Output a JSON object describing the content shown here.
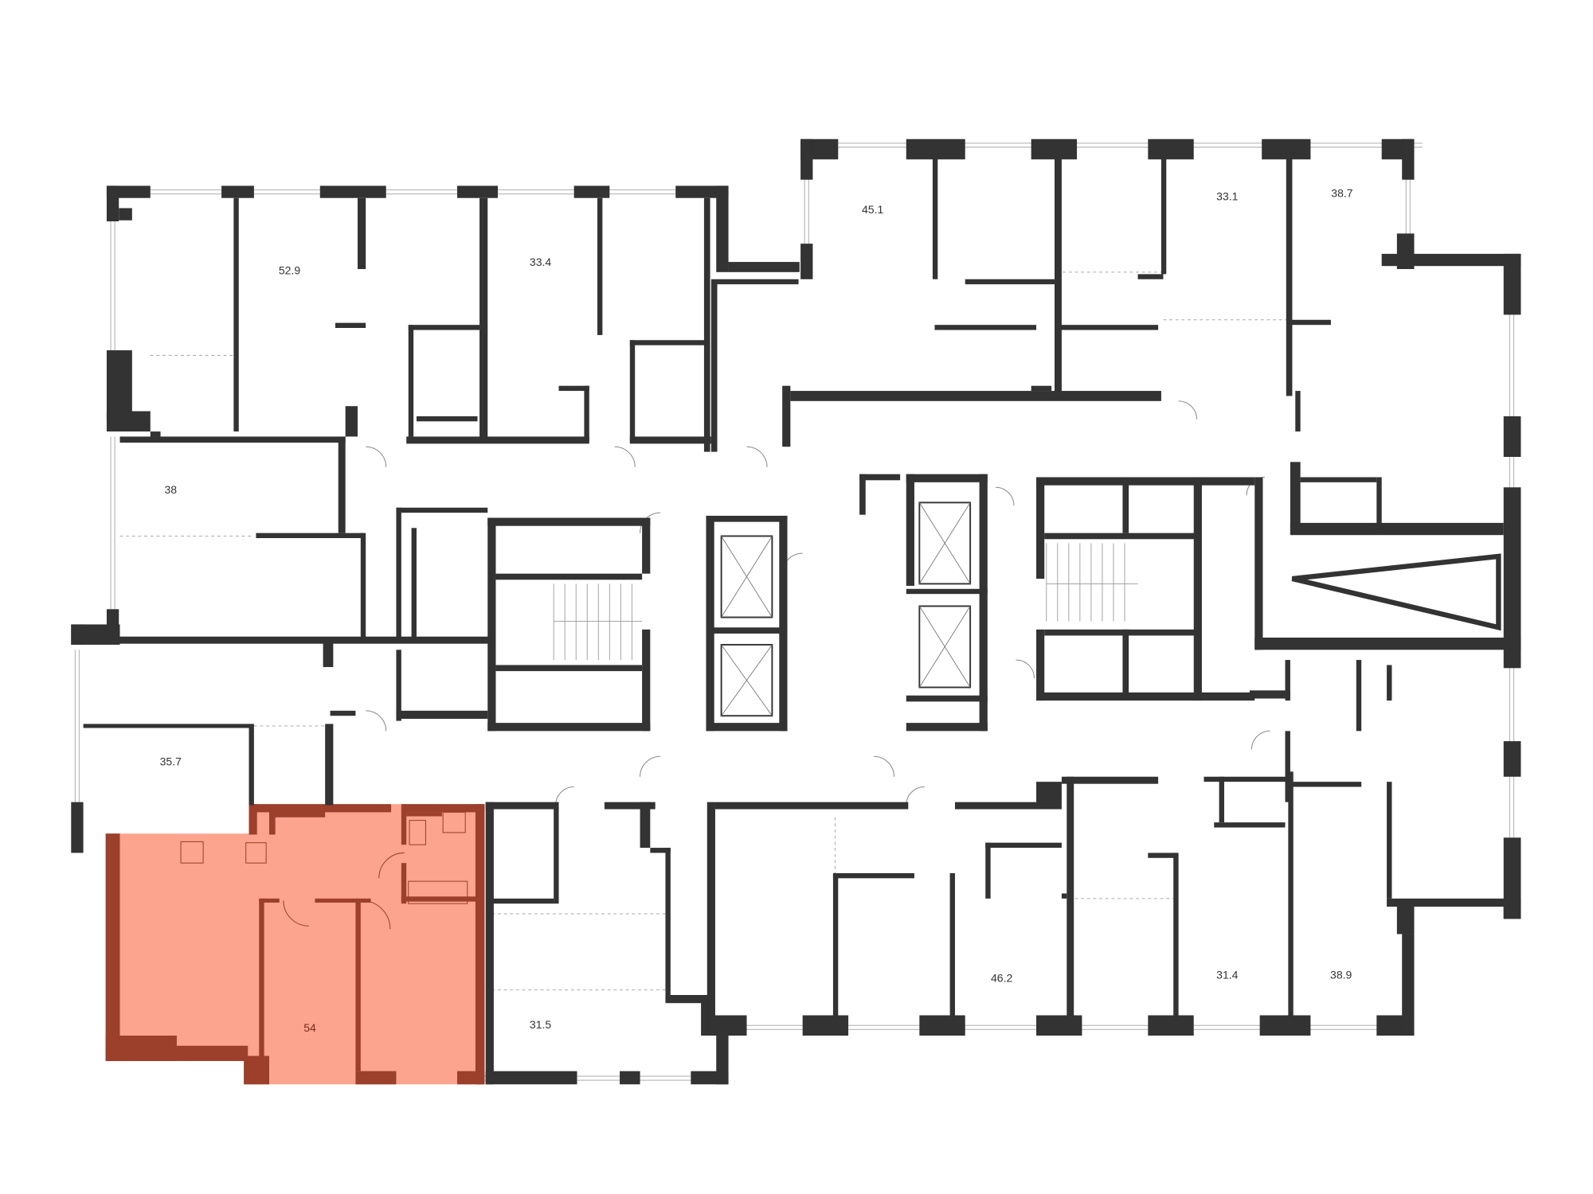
{
  "floor_plan": {
    "colors": {
      "wall": "#333333",
      "thin_line": "#9a9a9a",
      "highlight_fill": "#fca48e",
      "highlight_wall": "#9c3f2b",
      "background": "#ffffff"
    },
    "apartments": [
      {
        "id": "apt-52-9",
        "area": "52.9"
      },
      {
        "id": "apt-33-4",
        "area": "33.4"
      },
      {
        "id": "apt-38",
        "area": "38"
      },
      {
        "id": "apt-35-7",
        "area": "35.7"
      },
      {
        "id": "apt-54",
        "area": "54",
        "highlighted": true
      },
      {
        "id": "apt-31-5",
        "area": "31.5"
      },
      {
        "id": "apt-45-1",
        "area": "45.1"
      },
      {
        "id": "apt-33-1",
        "area": "33.1"
      },
      {
        "id": "apt-38-7",
        "area": "38.7"
      },
      {
        "id": "apt-46-2",
        "area": "46.2"
      },
      {
        "id": "apt-31-4",
        "area": "31.4"
      },
      {
        "id": "apt-38-9",
        "area": "38.9"
      }
    ]
  }
}
